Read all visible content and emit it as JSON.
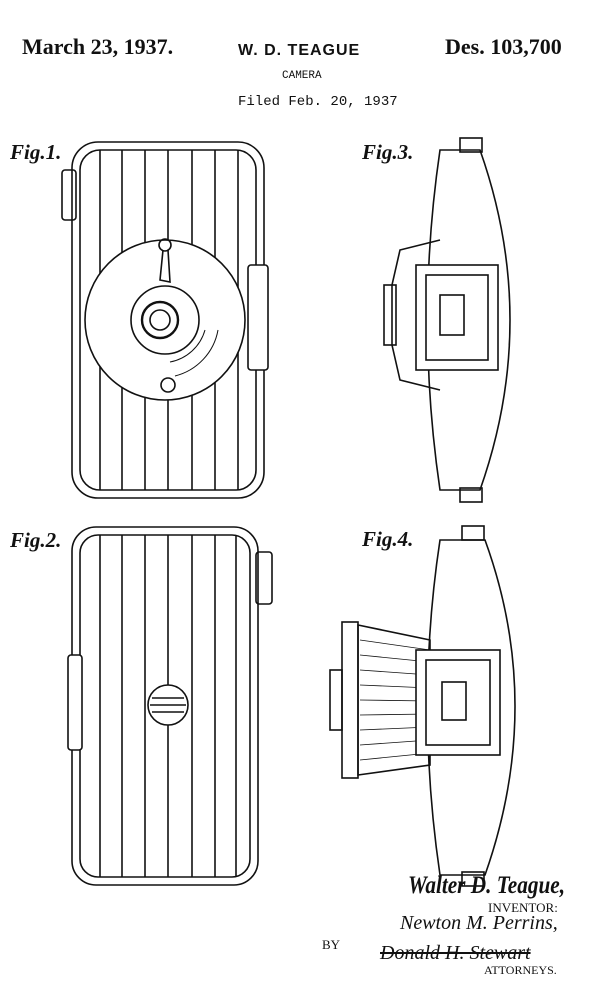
{
  "header": {
    "date": "March 23, 1937.",
    "inventor_name": "W. D. TEAGUE",
    "patent_number": "Des. 103,700",
    "title": "CAMERA",
    "filed": "Filed Feb. 20, 1937"
  },
  "figures": [
    {
      "label": "Fig.1."
    },
    {
      "label": "Fig.2."
    },
    {
      "label": "Fig.3."
    },
    {
      "label": "Fig.4."
    }
  ],
  "footer": {
    "inventor_signature": "Walter D. Teague,",
    "inventor_caption": "INVENTOR:",
    "attorney_signature_1": "Newton M. Perrins,",
    "by": "BY",
    "attorney_signature_2": "Donald H. Stewart",
    "attorney_caption": "ATTORNEYS."
  }
}
